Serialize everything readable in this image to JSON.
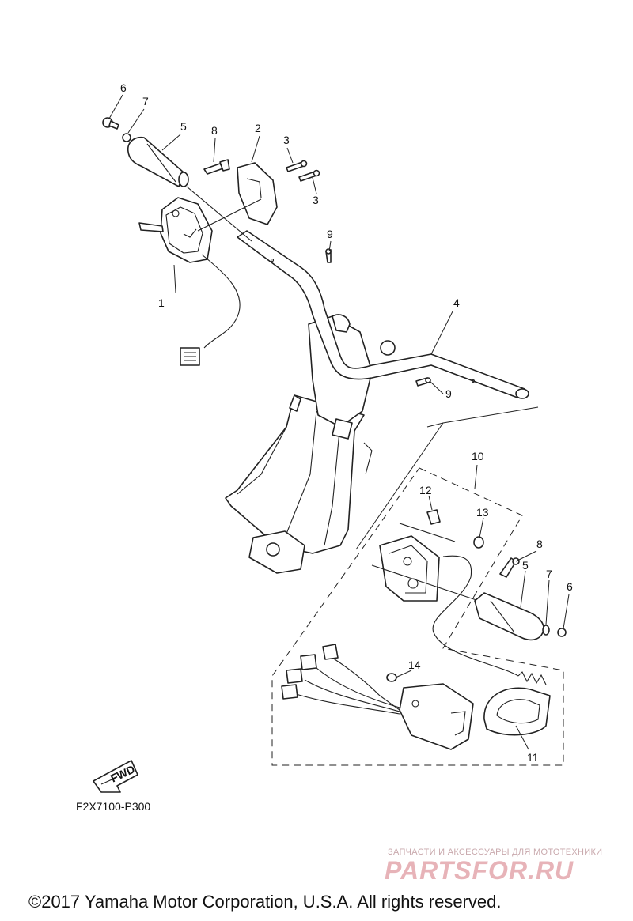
{
  "diagram": {
    "callouts": {
      "c1": "1",
      "c2": "2",
      "c3a": "3",
      "c3b": "3",
      "c4": "4",
      "c5a": "5",
      "c5b": "5",
      "c6a": "6",
      "c6b": "6",
      "c7a": "7",
      "c7b": "7",
      "c8a": "8",
      "c8b": "8",
      "c9a": "9",
      "c9b": "9",
      "c10": "10",
      "c11": "11",
      "c12": "12",
      "c13": "13",
      "c14": "14"
    },
    "fwd_label": "FWD",
    "drawing_code": "F2X7100-P300"
  },
  "watermark": {
    "subtitle": "ЗАПЧАСТИ И АКСЕССУАРЫ ДЛЯ МОТОТЕХНИКИ",
    "logo_text": "PARTSFOR.RU"
  },
  "footer": {
    "copyright": "©2017 Yamaha Motor Corporation, U.S.A. All rights reserved."
  }
}
